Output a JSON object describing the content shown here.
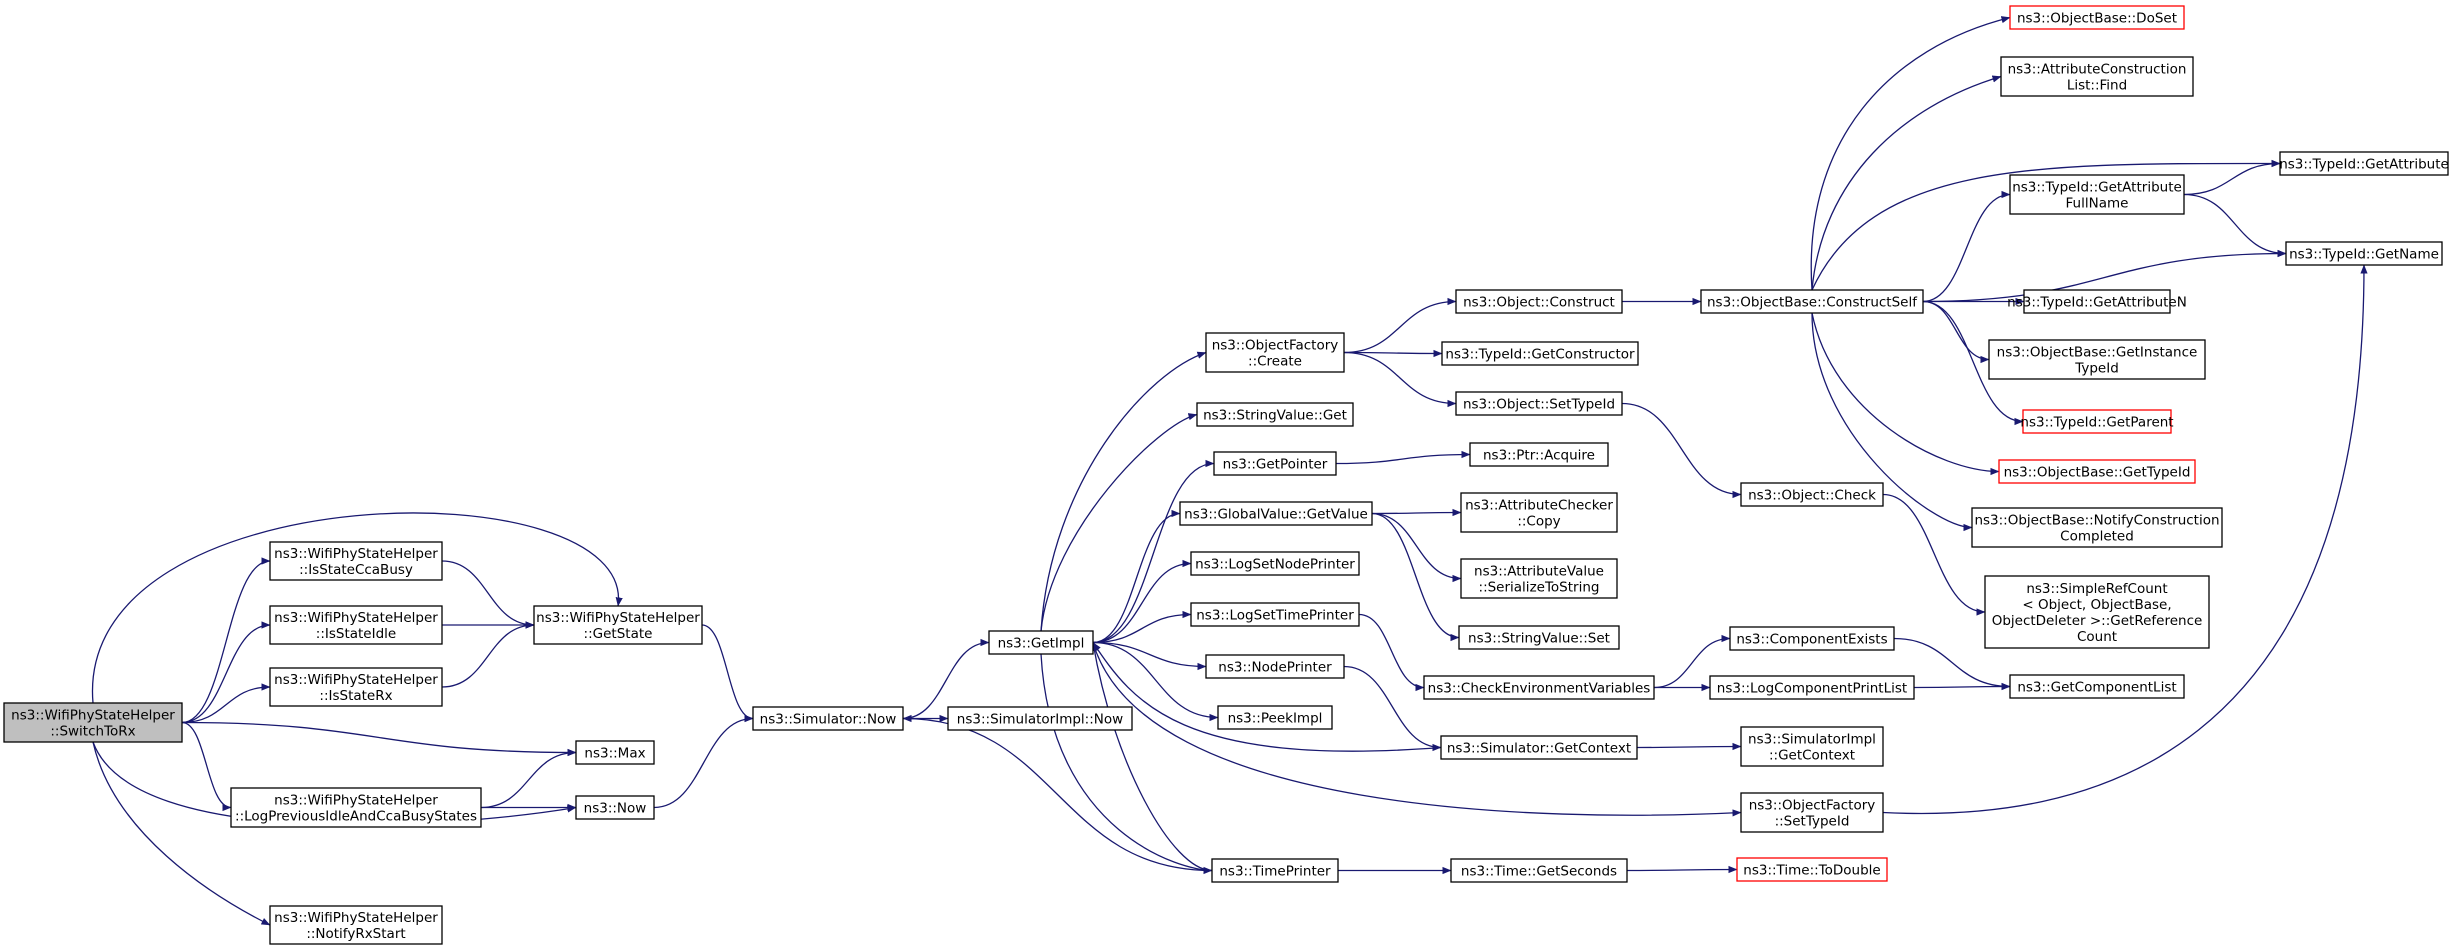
{
  "colors": {
    "edge": "#191970",
    "root_fill": "#bfbfbf",
    "incomplete_border": "#ff0000",
    "box_border": "#000000"
  },
  "nodes": {
    "switch_to_rx": {
      "lines": [
        "ns3::WifiPhyStateHelper",
        "::SwitchToRx"
      ],
      "root": true
    },
    "is_state_cca_busy": {
      "lines": [
        "ns3::WifiPhyStateHelper",
        "::IsStateCcaBusy"
      ]
    },
    "is_state_idle": {
      "lines": [
        "ns3::WifiPhyStateHelper",
        "::IsStateIdle"
      ]
    },
    "is_state_rx": {
      "lines": [
        "ns3::WifiPhyStateHelper",
        "::IsStateRx"
      ]
    },
    "get_state": {
      "lines": [
        "ns3::WifiPhyStateHelper",
        "::GetState"
      ]
    },
    "max": {
      "lines": [
        "ns3::Max"
      ]
    },
    "log_previous_idle": {
      "lines": [
        "ns3::WifiPhyStateHelper",
        "::LogPreviousIdleAndCcaBusyStates"
      ]
    },
    "ns3_now": {
      "lines": [
        "ns3::Now"
      ]
    },
    "notify_rx_start": {
      "lines": [
        "ns3::WifiPhyStateHelper",
        "::NotifyRxStart"
      ]
    },
    "simulator_now": {
      "lines": [
        "ns3::Simulator::Now"
      ]
    },
    "simulator_impl_now": {
      "lines": [
        "ns3::SimulatorImpl::Now"
      ]
    },
    "get_impl": {
      "lines": [
        "ns3::GetImpl"
      ]
    },
    "object_factory_create": {
      "lines": [
        "ns3::ObjectFactory",
        "::Create"
      ]
    },
    "string_value_get": {
      "lines": [
        "ns3::StringValue::Get"
      ]
    },
    "get_pointer": {
      "lines": [
        "ns3::GetPointer"
      ]
    },
    "global_value_get_value": {
      "lines": [
        "ns3::GlobalValue::GetValue"
      ]
    },
    "log_set_node_printer": {
      "lines": [
        "ns3::LogSetNodePrinter"
      ]
    },
    "log_set_time_printer": {
      "lines": [
        "ns3::LogSetTimePrinter"
      ]
    },
    "node_printer": {
      "lines": [
        "ns3::NodePrinter"
      ]
    },
    "peek_impl": {
      "lines": [
        "ns3::PeekImpl"
      ]
    },
    "time_printer": {
      "lines": [
        "ns3::TimePrinter"
      ]
    },
    "object_construct": {
      "lines": [
        "ns3::Object::Construct"
      ]
    },
    "type_id_get_constructor": {
      "lines": [
        "ns3::TypeId::GetConstructor"
      ]
    },
    "object_set_type_id": {
      "lines": [
        "ns3::Object::SetTypeId"
      ]
    },
    "ptr_acquire": {
      "lines": [
        "ns3::Ptr::Acquire"
      ]
    },
    "attribute_checker_copy": {
      "lines": [
        "ns3::AttributeChecker",
        "::Copy"
      ]
    },
    "attribute_value_serialize": {
      "lines": [
        "ns3::AttributeValue",
        "::SerializeToString"
      ]
    },
    "string_value_set": {
      "lines": [
        "ns3::StringValue::Set"
      ]
    },
    "check_env_vars": {
      "lines": [
        "ns3::CheckEnvironmentVariables"
      ]
    },
    "simulator_get_context": {
      "lines": [
        "ns3::Simulator::GetContext"
      ]
    },
    "time_get_seconds": {
      "lines": [
        "ns3::Time::GetSeconds"
      ]
    },
    "object_base_construct_self": {
      "lines": [
        "ns3::ObjectBase::ConstructSelf"
      ]
    },
    "object_check": {
      "lines": [
        "ns3::Object::Check"
      ]
    },
    "component_exists": {
      "lines": [
        "ns3::ComponentExists"
      ]
    },
    "log_component_print_list": {
      "lines": [
        "ns3::LogComponentPrintList"
      ]
    },
    "simulator_impl_get_context": {
      "lines": [
        "ns3::SimulatorImpl",
        "::GetContext"
      ]
    },
    "object_factory_set_type_id": {
      "lines": [
        "ns3::ObjectFactory",
        "::SetTypeId"
      ]
    },
    "time_to_double": {
      "lines": [
        "ns3::Time::ToDouble"
      ],
      "red": true
    },
    "object_base_do_set": {
      "lines": [
        "ns3::ObjectBase::DoSet"
      ],
      "red": true
    },
    "attribute_construction_list_find": {
      "lines": [
        "ns3::AttributeConstruction",
        "List::Find"
      ]
    },
    "type_id_get_attribute_full_name": {
      "lines": [
        "ns3::TypeId::GetAttribute",
        "FullName"
      ]
    },
    "type_id_get_attribute_n": {
      "lines": [
        "ns3::TypeId::GetAttributeN"
      ]
    },
    "object_base_get_instance_type_id": {
      "lines": [
        "ns3::ObjectBase::GetInstance",
        "TypeId"
      ]
    },
    "type_id_get_parent": {
      "lines": [
        "ns3::TypeId::GetParent"
      ],
      "red": true
    },
    "object_base_get_type_id": {
      "lines": [
        "ns3::ObjectBase::GetTypeId"
      ],
      "red": true
    },
    "object_base_notify_construction_completed": {
      "lines": [
        "ns3::ObjectBase::NotifyConstruction",
        "Completed"
      ]
    },
    "simple_ref_count_get_reference_count": {
      "lines": [
        "ns3::SimpleRefCount",
        "< Object, ObjectBase,",
        "ObjectDeleter >::GetReference",
        "Count"
      ]
    },
    "get_component_list": {
      "lines": [
        "ns3::GetComponentList"
      ]
    },
    "type_id_get_attribute": {
      "lines": [
        "ns3::TypeId::GetAttribute"
      ]
    },
    "type_id_get_name": {
      "lines": [
        "ns3::TypeId::GetName"
      ]
    }
  },
  "edges": [
    [
      "switch_to_rx",
      "is_state_cca_busy"
    ],
    [
      "switch_to_rx",
      "is_state_idle"
    ],
    [
      "switch_to_rx",
      "is_state_rx"
    ],
    [
      "switch_to_rx",
      "get_state"
    ],
    [
      "switch_to_rx",
      "max"
    ],
    [
      "switch_to_rx",
      "log_previous_idle"
    ],
    [
      "switch_to_rx",
      "ns3_now"
    ],
    [
      "switch_to_rx",
      "notify_rx_start"
    ],
    [
      "is_state_cca_busy",
      "get_state"
    ],
    [
      "is_state_idle",
      "get_state"
    ],
    [
      "is_state_rx",
      "get_state"
    ],
    [
      "get_state",
      "simulator_now"
    ],
    [
      "log_previous_idle",
      "max"
    ],
    [
      "log_previous_idle",
      "ns3_now"
    ],
    [
      "ns3_now",
      "simulator_now"
    ],
    [
      "simulator_now",
      "get_impl"
    ],
    [
      "simulator_now",
      "simulator_impl_now"
    ],
    [
      "get_impl",
      "object_factory_create"
    ],
    [
      "get_impl",
      "string_value_get"
    ],
    [
      "get_impl",
      "get_pointer"
    ],
    [
      "get_impl",
      "global_value_get_value"
    ],
    [
      "get_impl",
      "log_set_node_printer"
    ],
    [
      "get_impl",
      "log_set_time_printer"
    ],
    [
      "get_impl",
      "node_printer"
    ],
    [
      "get_impl",
      "peek_impl"
    ],
    [
      "get_impl",
      "time_printer"
    ],
    [
      "get_impl",
      "object_factory_set_type_id"
    ],
    [
      "object_factory_create",
      "object_construct"
    ],
    [
      "object_factory_create",
      "type_id_get_constructor"
    ],
    [
      "object_factory_create",
      "object_set_type_id"
    ],
    [
      "get_pointer",
      "ptr_acquire"
    ],
    [
      "global_value_get_value",
      "attribute_checker_copy"
    ],
    [
      "global_value_get_value",
      "attribute_value_serialize"
    ],
    [
      "global_value_get_value",
      "string_value_set"
    ],
    [
      "log_set_time_printer",
      "check_env_vars"
    ],
    [
      "node_printer",
      "simulator_get_context"
    ],
    [
      "simulator_get_context",
      "get_impl"
    ],
    [
      "simulator_get_context",
      "simulator_impl_get_context"
    ],
    [
      "time_printer",
      "simulator_now"
    ],
    [
      "time_printer",
      "get_impl"
    ],
    [
      "time_printer",
      "time_get_seconds"
    ],
    [
      "time_get_seconds",
      "time_to_double"
    ],
    [
      "object_construct",
      "object_base_construct_self"
    ],
    [
      "object_set_type_id",
      "object_check"
    ],
    [
      "object_check",
      "simple_ref_count_get_reference_count"
    ],
    [
      "check_env_vars",
      "component_exists"
    ],
    [
      "check_env_vars",
      "log_component_print_list"
    ],
    [
      "component_exists",
      "get_component_list"
    ],
    [
      "log_component_print_list",
      "get_component_list"
    ],
    [
      "object_base_construct_self",
      "object_base_do_set"
    ],
    [
      "object_base_construct_self",
      "attribute_construction_list_find"
    ],
    [
      "object_base_construct_self",
      "type_id_get_attribute"
    ],
    [
      "object_base_construct_self",
      "type_id_get_attribute_full_name"
    ],
    [
      "object_base_construct_self",
      "type_id_get_name"
    ],
    [
      "object_base_construct_self",
      "type_id_get_attribute_n"
    ],
    [
      "object_base_construct_self",
      "object_base_get_instance_type_id"
    ],
    [
      "object_base_construct_self",
      "type_id_get_parent"
    ],
    [
      "object_base_construct_self",
      "object_base_get_type_id"
    ],
    [
      "object_base_construct_self",
      "object_base_notify_construction_completed"
    ],
    [
      "type_id_get_attribute_full_name",
      "type_id_get_attribute"
    ],
    [
      "type_id_get_attribute_full_name",
      "type_id_get_name"
    ],
    [
      "object_factory_set_type_id",
      "type_id_get_name"
    ]
  ]
}
